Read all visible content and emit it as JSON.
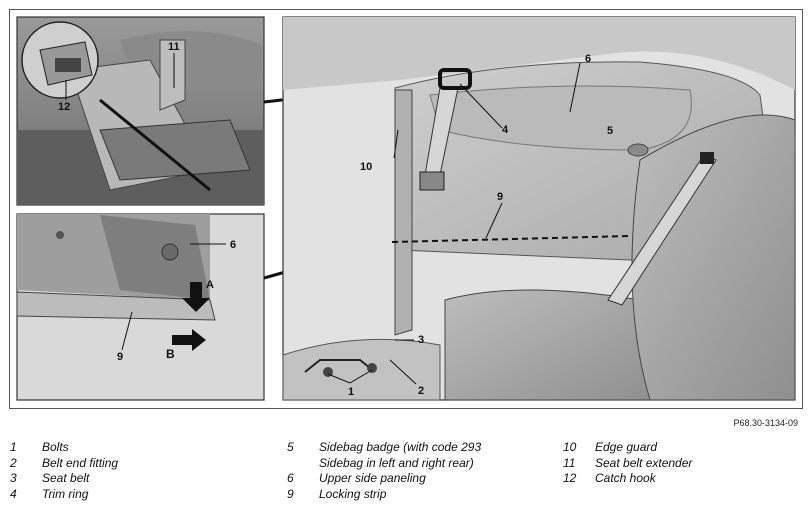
{
  "figure_ref": "P68.30-3134-09",
  "callouts": {
    "c1": "1",
    "c2": "2",
    "c3": "3",
    "c4": "4",
    "c5": "5",
    "c6": "6",
    "c9": "9",
    "c10": "10",
    "c11": "11",
    "c12": "12",
    "c6b": "6",
    "c9b": "9",
    "cA": "A",
    "cB": "B"
  },
  "legend": {
    "col1": [
      {
        "num": "1",
        "text": "Bolts"
      },
      {
        "num": "2",
        "text": "Belt end fitting"
      },
      {
        "num": "3",
        "text": "Seat belt"
      },
      {
        "num": "4",
        "text": "Trim ring"
      }
    ],
    "col2": [
      {
        "num": "5",
        "text": "Sidebag badge (with code 293"
      },
      {
        "num": "",
        "text": "Sidebag in left and right rear)"
      },
      {
        "num": "6",
        "text": "Upper side paneling"
      },
      {
        "num": "9",
        "text": "Locking strip"
      }
    ],
    "col3": [
      {
        "num": "10",
        "text": "Edge guard"
      },
      {
        "num": "11",
        "text": "Seat belt extender"
      },
      {
        "num": "12",
        "text": "Catch hook"
      }
    ]
  }
}
